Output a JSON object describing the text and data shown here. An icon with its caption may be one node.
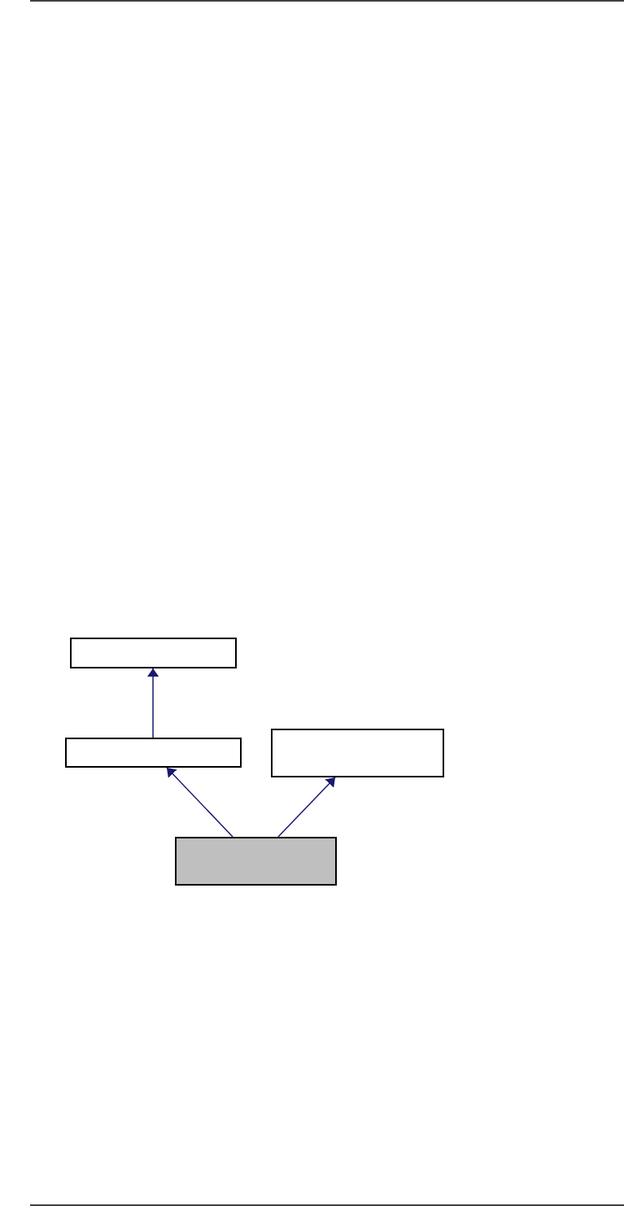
{
  "diagram": {
    "nodes": [
      {
        "text": [],
        "shape": "box"
      },
      {
        "text": [],
        "shape": "box"
      },
      {
        "text": [],
        "shape": "box"
      },
      {
        "text": [],
        "shape": "box"
      }
    ],
    "edges": [
      {
        "from": 1,
        "to": 0,
        "arrow": "to"
      },
      {
        "from": 3,
        "to": 1,
        "arrow": "to"
      },
      {
        "from": 3,
        "to": 2,
        "arrow": "to"
      }
    ]
  }
}
